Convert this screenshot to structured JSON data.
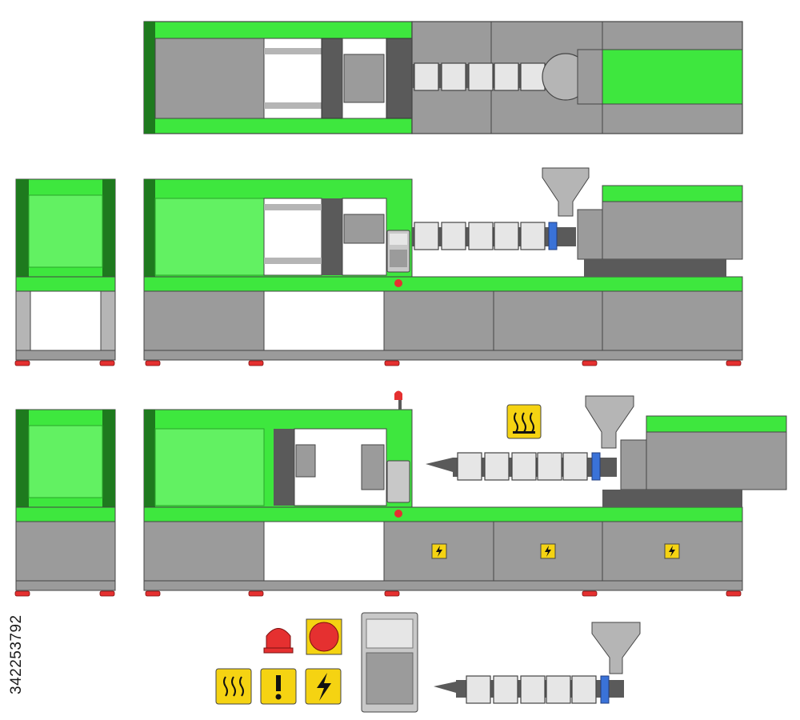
{
  "stock_id": "342253792",
  "colors": {
    "green": "#3ee73e",
    "green_light": "#62f162",
    "green_dark": "#1e7a1e",
    "gray": "#9b9b9b",
    "gray_light": "#b5b5b5",
    "gray_dark": "#5a5a5a",
    "barrel_white": "#e6e6e6",
    "ring_blue": "#3a72d8",
    "red": "#e53030",
    "yellow": "#f5d312",
    "outline": "#444444"
  },
  "illustrations": [
    {
      "name": "machine-top-view"
    },
    {
      "name": "machine-closed-mold"
    },
    {
      "name": "machine-open-mold"
    },
    {
      "name": "parts-and-icons"
    }
  ],
  "icons": [
    "hot-surface-icon",
    "warning-exclamation-icon",
    "high-voltage-icon",
    "beacon-light-icon",
    "emergency-stop-icon",
    "control-panel-icon"
  ]
}
